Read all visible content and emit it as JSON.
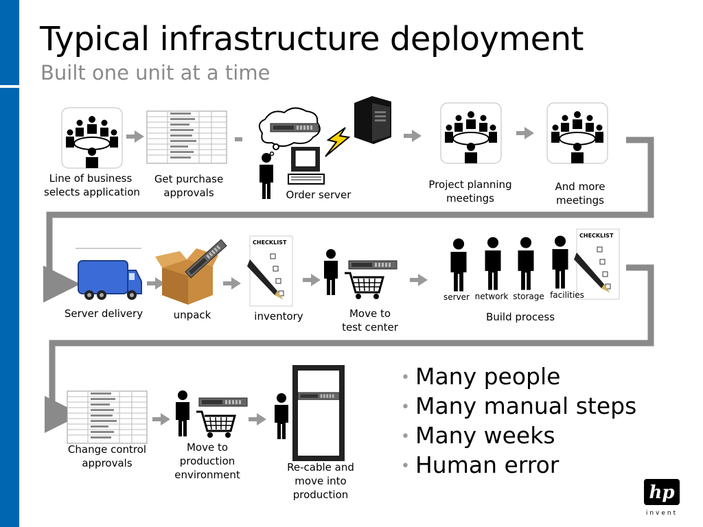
{
  "slide": {
    "title": "Typical infrastructure deployment",
    "subtitle": "Built one unit at a time"
  },
  "steps": {
    "line_of_business": [
      "Line of business",
      "selects application"
    ],
    "purchase_approvals": [
      "Get purchase",
      "approvals"
    ],
    "order_server": "Order server",
    "project_planning": [
      "Project planning",
      "meetings"
    ],
    "more_meetings": [
      "And more",
      "meetings"
    ],
    "server_delivery": "Server delivery",
    "unpack": "unpack",
    "inventory": "inventory",
    "move_test_center": [
      "Move to",
      "test center"
    ],
    "build_process": "Build process",
    "build_roles": [
      "server",
      "network",
      "storage",
      "facilities"
    ],
    "change_control": [
      "Change control",
      "approvals"
    ],
    "move_production": [
      "Move to",
      "production",
      "environment"
    ],
    "recable": [
      "Re-cable and",
      "move into",
      "production"
    ]
  },
  "bullets": [
    "Many people",
    "Many manual steps",
    "Many weeks",
    "Human error"
  ],
  "logo": {
    "brand": "hp",
    "tagline": "invent"
  },
  "colors": {
    "sidebar": "#0066b2",
    "arrow": "#999999",
    "connector": "#8a8a8a",
    "truck": "#3b6bd6",
    "box": "#c98b3f"
  }
}
